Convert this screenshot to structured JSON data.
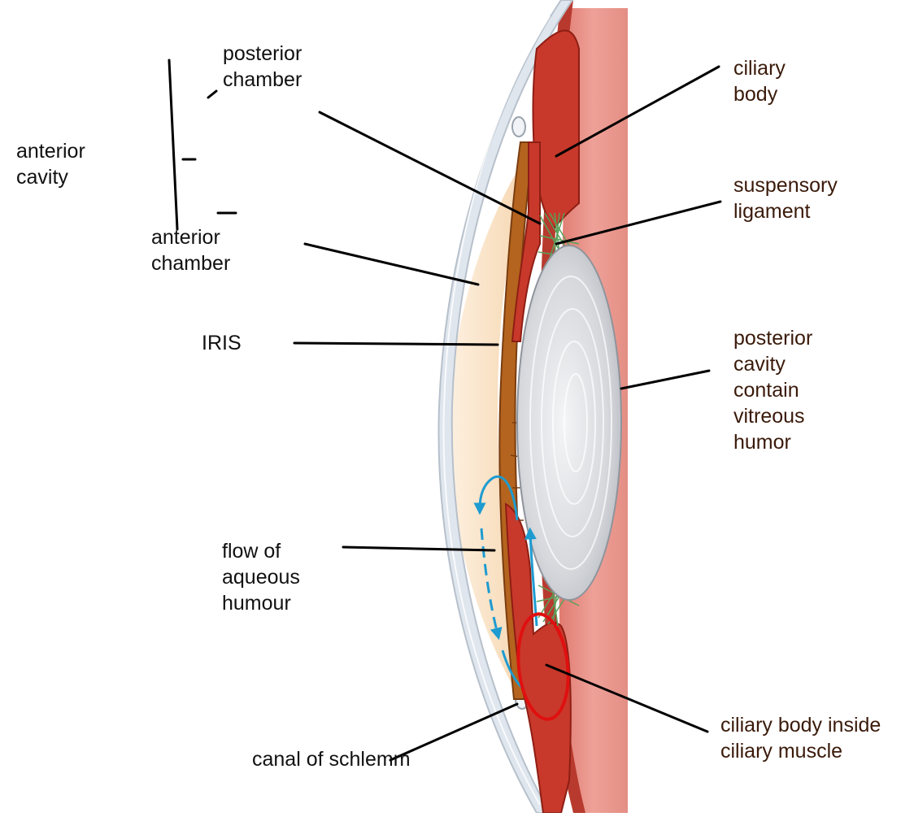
{
  "labels": {
    "posterior_chamber": [
      "posterior",
      "chamber"
    ],
    "anterior_cavity": [
      "anterior",
      "cavity"
    ],
    "anterior_chamber": [
      "anterior",
      "chamber"
    ],
    "iris": "IRIS",
    "flow_of_aqueous_humour": [
      "flow of",
      "aqueous",
      "humour"
    ],
    "canal_of_schlemm": "canal of schlemm",
    "ciliary_body": [
      "ciliary",
      "body"
    ],
    "suspensory_ligament": [
      "suspensory",
      "ligament"
    ],
    "posterior_cavity": [
      "posterior",
      "cavity",
      "contain",
      "vitreous",
      "humor"
    ],
    "ciliary_muscle": [
      "ciliary body inside",
      "ciliary muscle"
    ]
  },
  "colors": {
    "cornea": "#dfe6ee",
    "aqueous": "#f8dfc0",
    "iris": "#b4641e",
    "ciliary": "#c8392b",
    "vitreous": "#e8928a",
    "lens": "#cfd2d8",
    "ligament": "#5aa05a",
    "flow_arrow": "#1e9bd0",
    "highlight_circle": "#e01010",
    "leader_line": "#000000"
  }
}
